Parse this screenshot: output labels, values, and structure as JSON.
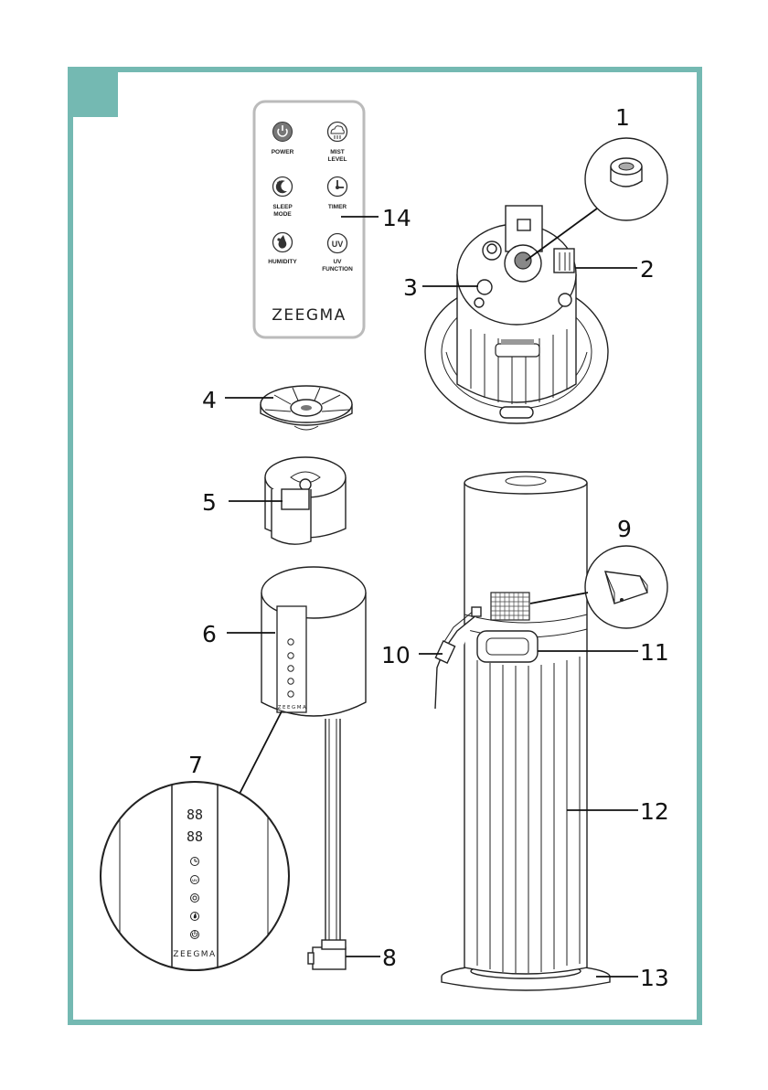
{
  "page": {
    "frame_color": "#74b9b2",
    "corner_tab_color": "#74b9b2"
  },
  "remote": {
    "buttons": [
      {
        "label": "POWER",
        "icon": "power-icon"
      },
      {
        "label": "MIST",
        "label2": "LEVEL",
        "icon": "mist-cloud-icon"
      },
      {
        "label": "SLEEP",
        "label2": "MODE",
        "icon": "sleep-moon-icon"
      },
      {
        "label": "TIMER",
        "icon": "timer-clock-icon"
      },
      {
        "label": "HUMIDITY",
        "icon": "humidity-drop-icon"
      },
      {
        "label": "UV",
        "label2": "FUNCTION",
        "icon": "uv-icon",
        "glyph": "UV"
      }
    ],
    "brand": "ZEEGMA"
  },
  "panel": {
    "brand": "ZEEGMA",
    "display_top": "88",
    "display_bottom": "88",
    "uv_glyph": "UV"
  },
  "callouts": [
    "1",
    "2",
    "3",
    "4",
    "5",
    "6",
    "7",
    "8",
    "9",
    "10",
    "11",
    "12",
    "13",
    "14"
  ]
}
